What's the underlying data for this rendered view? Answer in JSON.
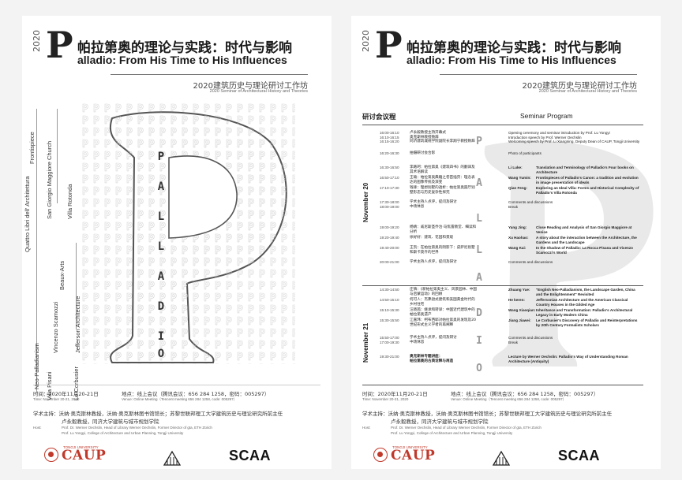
{
  "header": {
    "year": "2020",
    "big_letter": "P",
    "title_cn": "帕拉第奥的理论与实践：时代与影响",
    "title_en": "alladio: From His Time to His Influences",
    "seminar_cn": "2020建筑历史与理论研讨工作坊",
    "seminar_en": "2020 Seminar  of Architectural History and Theories"
  },
  "left_poster": {
    "letters": [
      "P",
      "A",
      "L",
      "L",
      "A",
      "D",
      "I",
      "O"
    ],
    "timeline": [
      {
        "label": "Frontispiece",
        "sub": ""
      },
      {
        "label": "Quattro Libri dell' Architettura",
        "sub": ""
      },
      {
        "label": "San Giorgio Maggiore Church",
        "sub": ""
      },
      {
        "label": "Villa Rotonda",
        "sub": ""
      },
      {
        "label": "Beaux-Arts",
        "sub": ""
      },
      {
        "label": "Jefferson Architecture",
        "sub": ""
      },
      {
        "label": "Vincenzo Scamozzi",
        "sub": ""
      },
      {
        "label": "Neo-Palladianism",
        "sub": ""
      },
      {
        "label": "Villa Pisani",
        "sub": ""
      },
      {
        "label": "Le Corbusier",
        "sub": ""
      }
    ]
  },
  "footer": {
    "time_cn": "时间：2020年11月20-21日",
    "time_en": "Time:    November 20-21, 2020",
    "venue_cn": "地点：线上会议（腾讯会议：656 284 1258，密码：005297）",
    "venue_en": "Venue:  Online Meeting（Tencent meeting 656 284 1258, code: 005297）",
    "host_cn_1": "学术主持：沃纳·奥克斯林教授，沃纳·奥克斯林图书馆馆长；苏黎世联邦理工大学建筑历史与理论研究所前主任",
    "host_cn_2": "卢永毅教授，同济大学建筑与城市规划学院",
    "host_en_label": "Host:",
    "host_en_1": "Prof. Dr. Werner Oechslin, Head of Library Werner Oechslin, Former Director of gta, ETH Zürich",
    "host_en_2": "Prof. Lu Yongyi,  College of Architecture and Urban Planning, Tongji University",
    "logo_left": "CAUP",
    "logo_left_sub": "TONGJI UNIVERSITY",
    "logo_right": "SCAA"
  },
  "program": {
    "heading_cn": "研讨会议程",
    "heading_en": "Seminar Program",
    "day1": "November  20",
    "day2": "November  21",
    "rows_day1": [
      {
        "time": "16:00-16:10\n16:10-16:15\n16:15-16:20",
        "cn": "卢永毅教授主持开幕式\n奥克斯林教授致辞\n同济建筑城规学院副院长李翔宁教授致辞",
        "speaker": "",
        "en": "Opening ceremony and seminar introduction by Prof. Lu Yongyi\nIntroduction speech by Prof. Werner Oechslin\nWelcoming speech by Prof. Li Xiangning, Deputy Dean of CAUP, Tongji University"
      },
      {
        "time": "16:20-16:30",
        "cn": "拍摄研讨会合影",
        "speaker": "",
        "en": "Photo of participants"
      },
      {
        "time": "16:30-16:50",
        "cn": "李路珂：帕拉第奥《建筑四书》的翻译及其术语解读",
        "speaker": "Li Luke:",
        "en": "Translation and Terminology of Palladio's Four books on Architecture"
      },
      {
        "time": "16:50-17:10",
        "cn": "王瑜：帕拉第奥典籍之卷首插页：理念表达的图像传统及演变",
        "speaker": "Wang Yumin:",
        "en": "Frontispieces of Palladio's Canon: a tradition and evolution in image presentation of ideals"
      },
      {
        "time": "17:10-17:30",
        "cn": "钱锋：理想别墅的透析：帕拉第奥圆厅别墅形态与历史复杂性探究",
        "speaker": "Qian Feng:",
        "en": "Exploring an Ideal Villa: Forms and Historical Complexity of Palladio's Villa Rotonda"
      },
      {
        "time": "17:30-18:00\n18:00-19:00",
        "cn": "学术主持人点评，提问及研讨\n中场休息",
        "speaker": "",
        "en": "Comments and discussions\nBreak"
      },
      {
        "time": "19:00-19:20",
        "cn": "杨婧：威尼斯圣乔治·马焦雷教堂、细读和分析",
        "speaker": "Yang Jing:",
        "en": "Close Reading and Analysis of San Giorgio Maggiore at Venice"
      },
      {
        "time": "19:20-19:40",
        "cn": "徐好好：建筑、花园和景观",
        "speaker": "Xu Haohao:",
        "en": "A story about the interaction between the Architecture, the Gardens and the Landscape"
      },
      {
        "time": "19:40-20:00",
        "cn": "王凯：在帕拉第奥的阴影下：皮萨尼别墅和斯卡莫齐的世界",
        "speaker": "Wang Kai:",
        "en": "In the Shadow of Palladio: La Rocca Pisana and Vicenzo Scamozzi's World"
      },
      {
        "time": "20:00-21:00",
        "cn": "学术主持人点评，提问及研讨",
        "speaker": "",
        "en": "Comments and discussions"
      }
    ],
    "rows_day2": [
      {
        "time": "14:30-14:50",
        "cn": "庄慎：《新帕拉第奥主义、风景园林、中国与启蒙运动》的回顾",
        "speaker": "Zhuang Yue:",
        "en": "\"English Neo-Palladianism, the Landscape Garden, China and the Enlightenment\" Revisited"
      },
      {
        "time": "14:50-15:10",
        "cn": "何可人：杰弗逊式建筑和美国黄金时代的乡村住宅",
        "speaker": "He keren:",
        "en": "Jeffersonian Architecture and the American Classical Country Houses in the Gilded Age"
      },
      {
        "time": "15:10-15:30",
        "cn": "汪晓茜：继承和转译：中国近代建筑中的帕拉第奥遗产",
        "speaker": "Wang Xiaoqian:",
        "en": "Inheritance and Transformation: Palladio's Architectural Legacy in Early Modern China"
      },
      {
        "time": "15:30-15:50",
        "cn": "江嘉玮：柯布西耶对帕拉第奥的发现及20世纪形式主义学者的再阐释",
        "speaker": "Jiang Jiawei:",
        "en": "Le Corbusier's Discovery of Palladio and Reinterpretations by 20th Century Formalists Scholars"
      },
      {
        "time": "15:50-17:00\n17:00-19:30",
        "cn": "学术主持人点评，提问及研讨\n中场休息",
        "speaker": "",
        "en": "Comments and discussions\nBreak"
      },
      {
        "time": "19:30-21:00",
        "cn": "奥克斯林专题讲座：\n帕拉第奥的古典诠释与再造",
        "speaker": "",
        "en": "Lecture by Werner Oechslin: Palladio's Way of Understanding Roman Architecture (Antiquity)"
      }
    ]
  }
}
